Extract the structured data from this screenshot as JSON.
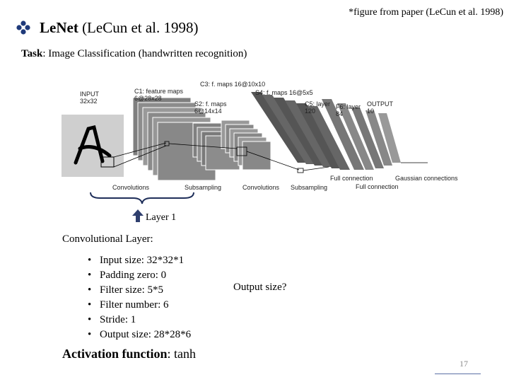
{
  "header": {
    "title_bold": "LeNet",
    "title_rest": " (LeCun et al. 1998)",
    "source_note": "*figure from paper (LeCun et al. 1998)"
  },
  "task": {
    "label": "Task",
    "text": ": Image Classification (handwritten recognition)"
  },
  "figure": {
    "input": "INPUT",
    "input_size": "32x32",
    "c1": "C1: feature maps",
    "c1_size": "6@28x28",
    "c3": "C3: f. maps 16@10x10",
    "s4": "S4: f. maps 16@5x5",
    "s2": "S2: f. maps",
    "s2_size": "6@14x14",
    "c5": "C5: layer",
    "c5_size": "120",
    "f6": "F6: layer",
    "f6_size": "84",
    "output": "OUTPUT",
    "output_size": "10",
    "op_conv1": "Convolutions",
    "op_sub1": "Subsampling",
    "op_conv2": "Convolutions",
    "op_sub2": "Subsampling",
    "op_full1": "Full connection",
    "op_gauss": "Gaussian connections",
    "op_full2": "Full connection"
  },
  "layer_label": "Layer 1",
  "conv_heading": "Convolutional Layer:",
  "bullets": [
    "Input size: 32*32*1",
    "Padding zero: 0",
    "Filter size: 5*5",
    "Filter number: 6",
    "Stride: 1",
    "Output size: 28*28*6"
  ],
  "output_question": "Output size?",
  "activation": {
    "label": "Activation function",
    "value": ": tanh"
  },
  "page_number": "17",
  "colors": {
    "accent": "#5b6fa6",
    "brace": "#1f2f5a",
    "arrow": "#2f3f6e"
  }
}
